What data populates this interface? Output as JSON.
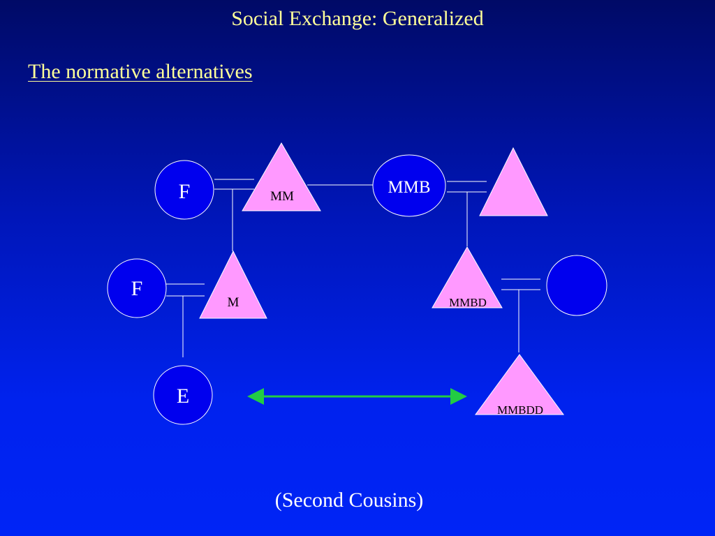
{
  "slide": {
    "title": "Social Exchange: Generalized",
    "subtitle": "The normative alternatives",
    "caption": "(Second Cousins)"
  },
  "colors": {
    "heading_text": "#ffff99",
    "body_text": "#ffffff",
    "node_fill_blue": "#0000ee",
    "node_fill_pink": "#ff99ff",
    "node_stroke": "#ffffff",
    "text_on_pink": "#000000",
    "arrow": "#22cc44"
  },
  "diagram": {
    "nodes": {
      "father_top": {
        "shape": "circle",
        "label": "F"
      },
      "mm": {
        "shape": "triangle",
        "label": "MM"
      },
      "mmb": {
        "shape": "circle",
        "label": "MMB"
      },
      "mmb_wife": {
        "shape": "triangle",
        "label": ""
      },
      "father_mid": {
        "shape": "circle",
        "label": "F"
      },
      "m": {
        "shape": "triangle",
        "label": "M"
      },
      "mmbd": {
        "shape": "triangle",
        "label": "MMBD"
      },
      "mmbd_husband": {
        "shape": "circle",
        "label": ""
      },
      "ego": {
        "shape": "circle",
        "label": "E"
      },
      "mmbdd": {
        "shape": "triangle",
        "label": "MMBDD"
      }
    },
    "connection_arrow": {
      "from": "ego",
      "to": "mmbdd",
      "style": "double-headed"
    }
  }
}
